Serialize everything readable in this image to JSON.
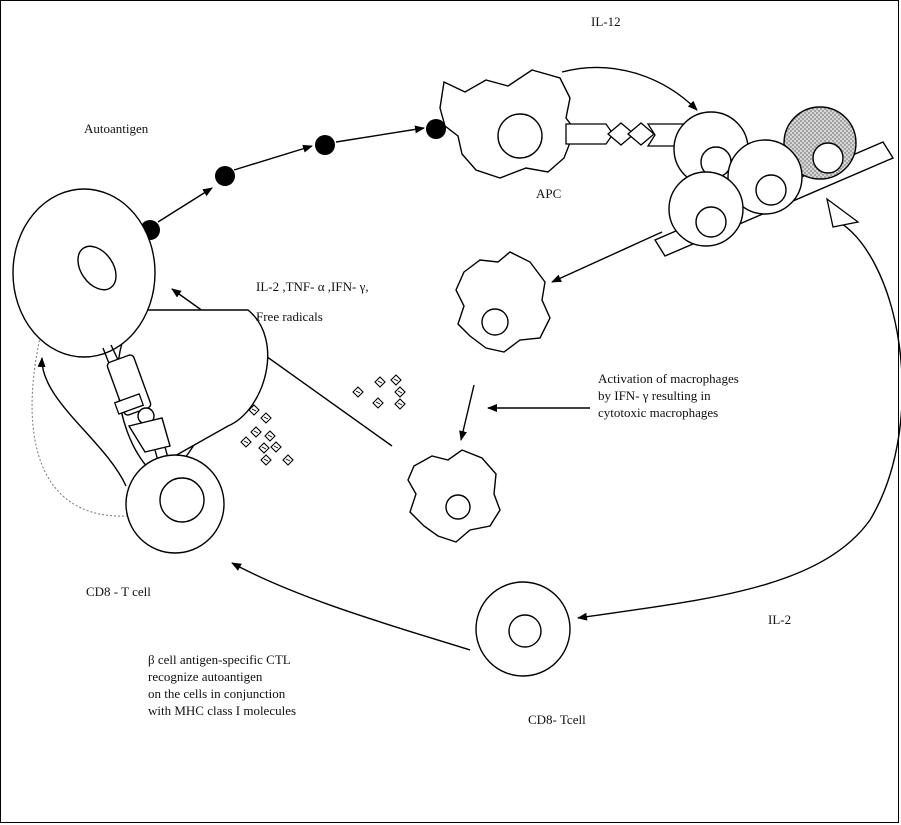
{
  "labels": {
    "il12": "IL-12",
    "autoantigen": "Autoantigen",
    "apc": "APC",
    "cytokines": "IL-2 ,TNF- α ,IFN- γ,",
    "free_radicals": "Free radicals",
    "activation": [
      "Activation of macrophages",
      "by IFN- γ resulting in",
      "cytotoxic macrophages"
    ],
    "cd8_t_cell": "CD8 - T cell",
    "il2": "IL-2",
    "cd8_tcell": "CD8-  Tcell",
    "ctl_note": [
      "β cell antigen-specific CTL",
      "recognize  autoantigen",
      "on the cells in conjunction",
      "with MHC class  I molecules"
    ]
  }
}
